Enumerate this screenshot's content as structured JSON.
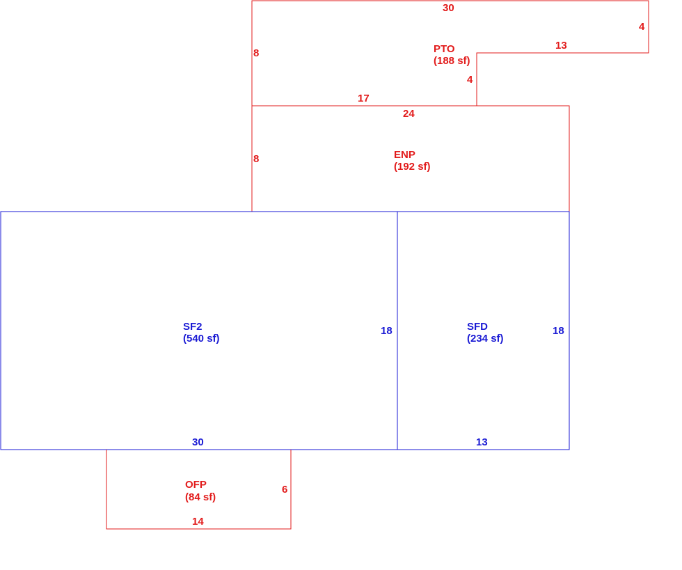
{
  "colors": {
    "addition": "#e21b1b",
    "living_area": "#1a1ad4"
  },
  "areas": {
    "pto": {
      "code": "PTO",
      "area": "(188 sf)",
      "dims": {
        "top": "30",
        "right": "4",
        "step_top": "13",
        "step_side": "4",
        "bottom": "17",
        "left": "8"
      }
    },
    "enp": {
      "code": "ENP",
      "area": "(192 sf)",
      "dims": {
        "top": "24",
        "left": "8"
      }
    },
    "sf2": {
      "code": "SF2",
      "area": "(540 sf)",
      "dims": {
        "right": "18",
        "bottom": "30"
      }
    },
    "sfd": {
      "code": "SFD",
      "area": "(234 sf)",
      "dims": {
        "right": "18",
        "bottom": "13"
      }
    },
    "ofp": {
      "code": "OFP",
      "area": "(84 sf)",
      "dims": {
        "right": "6",
        "bottom": "14"
      }
    }
  }
}
